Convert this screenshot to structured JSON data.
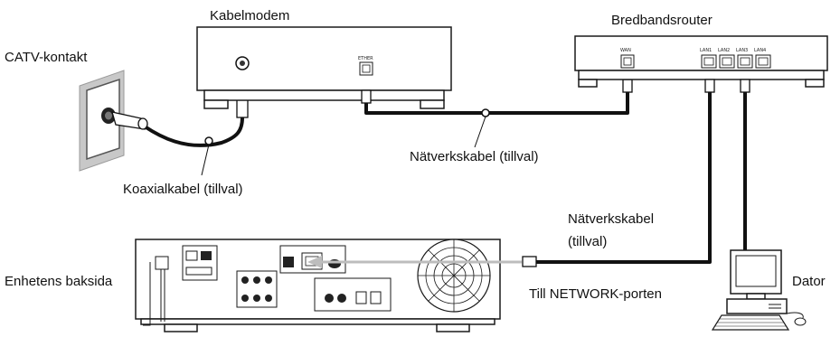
{
  "labels": {
    "catv": "CATV-kontakt",
    "cable_modem": "Kabelmodem",
    "router": "Bredbandsrouter",
    "network_cable_1": "Nätverkskabel (tillval)",
    "coax_cable": "Koaxialkabel (tillval)",
    "network_cable_2_line1": "Nätverkskabel",
    "network_cable_2_line2": "(tillval)",
    "unit_back": "Enhetens baksida",
    "network_port": "Till NETWORK-porten",
    "computer": "Dator"
  },
  "port_labels": {
    "ether": "ETHER",
    "wan": "WAN",
    "lan1": "LAN1",
    "lan2": "LAN2",
    "lan3": "LAN3",
    "lan4": "LAN4"
  },
  "colors": {
    "line": "#111111",
    "wall_plate": "#c8c8c8",
    "arrow": "#bdbdbd"
  }
}
